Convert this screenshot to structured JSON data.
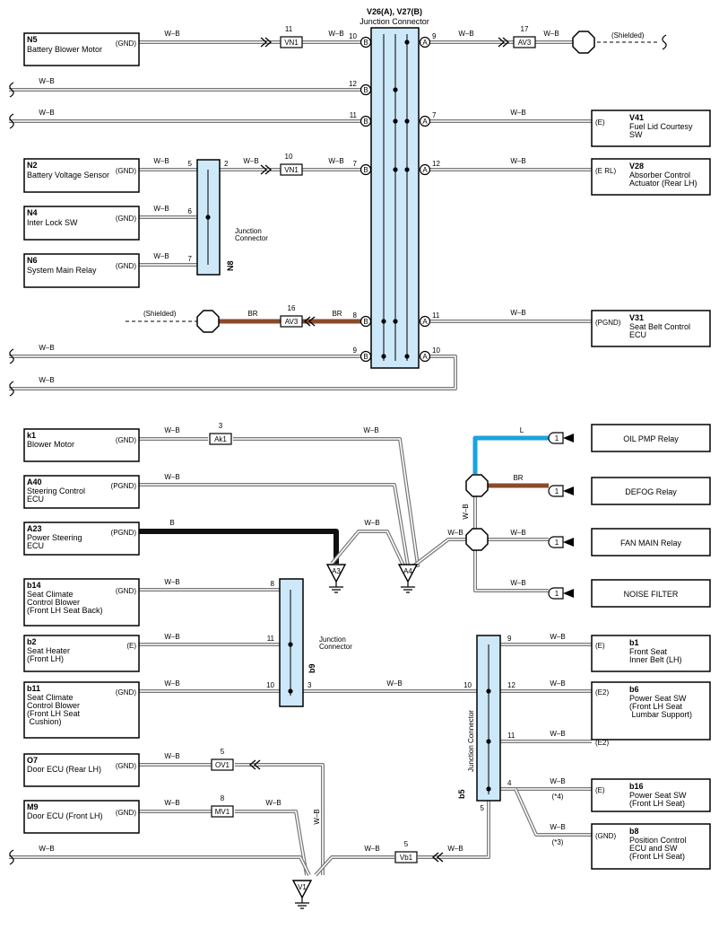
{
  "header": {
    "title": "V26(A), V27(B)",
    "subtitle": "Junction Connector"
  },
  "wire_w_b": "W–B",
  "wire_br": "BR",
  "wire_b": "B",
  "wire_l": "L",
  "shielded": "(Shielded)",
  "colors": {
    "wb": "#777777",
    "br": "#8b4a2b",
    "b": "#111111",
    "l": "#1aa3e0",
    "jc": "#cde8f8"
  },
  "left_components": [
    {
      "code": "N5",
      "name": "Battery Blower Motor",
      "gnd": "(GND)"
    },
    {
      "code": "N2",
      "name": "Battery Voltage Sensor",
      "gnd": "(GND)"
    },
    {
      "code": "N4",
      "name": "Inter Lock SW",
      "gnd": "(GND)"
    },
    {
      "code": "N6",
      "name": "System Main Relay",
      "gnd": "(GND)"
    },
    {
      "code": "k1",
      "name": "Blower Motor",
      "gnd": "(GND)"
    },
    {
      "code": "A40",
      "name": "Steering Control\nECU",
      "gnd": "(PGND)"
    },
    {
      "code": "A23",
      "name": "Power Steering\nECU",
      "gnd": "(PGND)"
    },
    {
      "code": "b14",
      "name": "Seat Climate\nControl Blower\n(Front LH Seat Back)",
      "gnd": "(GND)"
    },
    {
      "code": "b2",
      "name": "Seat Heater\n(Front LH)",
      "gnd": "(E)"
    },
    {
      "code": "b11",
      "name": "Seat Climate\nControl Blower\n(Front LH Seat\n Cushion)",
      "gnd": "(GND)"
    },
    {
      "code": "O7",
      "name": "Door ECU (Rear LH)",
      "gnd": "(GND)"
    },
    {
      "code": "M9",
      "name": "Door ECU (Front LH)",
      "gnd": "(GND)"
    }
  ],
  "right_components": [
    {
      "code": "V41",
      "name": "Fuel Lid Courtesy\nSW",
      "gnd": "(E)"
    },
    {
      "code": "V28",
      "name": "Absorber Control\nActuator (Rear LH)",
      "gnd": "(E RL)"
    },
    {
      "code": "V31",
      "name": "Seat Belt Control\nECU",
      "gnd": "(PGND)"
    },
    {
      "code": "b1",
      "name": "Front Seat\nInner Belt (LH)",
      "gnd": "(E)"
    },
    {
      "code": "b6",
      "name": "Power Seat SW\n(Front LH Seat\n Lumbar Support)",
      "gnd": "(E2)"
    },
    {
      "code": "b16",
      "name": "Power Seat SW\n(Front LH Seat)",
      "gnd": "(E)"
    },
    {
      "code": "b8",
      "name": "Position Control\nECU and SW\n(Front LH Seat)",
      "gnd": "(GND)"
    }
  ],
  "relays": [
    "OIL PMP Relay",
    "DEFOG Relay",
    "FAN MAIN Relay",
    "NOISE FILTER"
  ],
  "relay_pin": "1",
  "junction_n8": {
    "code": "N8",
    "name": "Junction\nConnector"
  },
  "junction_b9": {
    "code": "b9",
    "name": "Junction\nConnector"
  },
  "junction_b5": {
    "code": "b5",
    "name": "Junction Connector"
  },
  "inline_connectors": {
    "vn1": "VN1",
    "av3": "AV3",
    "ak1": "Ak1",
    "ov1": "OV1",
    "mv1": "MV1",
    "vb1": "Vb1"
  },
  "ground_points": [
    "A3",
    "A4",
    "V1"
  ],
  "pin_letters": {
    "a": "A",
    "b": "B"
  },
  "pins": {
    "v_l": [
      "10",
      "12",
      "11",
      "7",
      "8",
      "9"
    ],
    "v_r": [
      "9",
      "7",
      "12",
      "11",
      "10"
    ],
    "vn1_n5": "11",
    "vn1_n2": "10",
    "av3_top": "17",
    "av3_bot": "16",
    "n8": [
      "5",
      "2",
      "6",
      "7"
    ],
    "ak1": "3",
    "b9": [
      "8",
      "11",
      "10",
      "3"
    ],
    "b5": [
      "9",
      "12",
      "10",
      "11",
      "4",
      "5"
    ],
    "ov1": "5",
    "mv1": "8",
    "vb1": "5"
  },
  "notes": {
    "n4": "(*4)",
    "n3": "(*3)"
  }
}
